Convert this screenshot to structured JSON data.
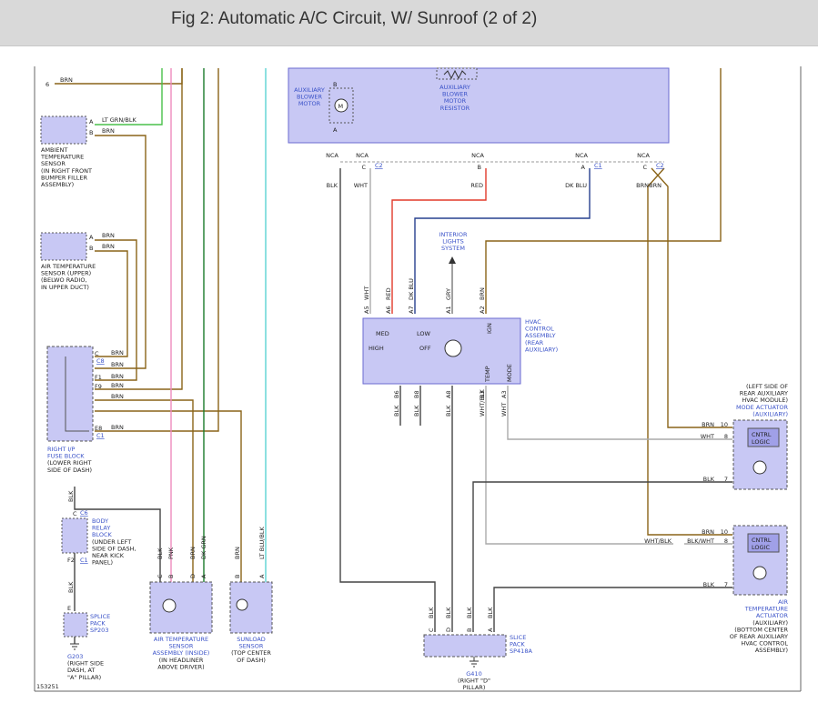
{
  "page_title": "Fig 2: Automatic A/C Circuit, W/ Sunroof (2 of 2)",
  "figure_number": "153251",
  "colors": {
    "component_fill": "#c8c8f4",
    "component_border": "#6a6ad0",
    "wire_brown": "#8a6418",
    "wire_green": "#49c04a",
    "wire_pink": "#ee8bbd",
    "wire_dark_green": "#1a7a2a",
    "wire_cyan": "#5bd3d3",
    "wire_red": "#e23a2a",
    "wire_blue": "#27408f",
    "wire_gray": "#9a9a9a",
    "wire_black": "#333333",
    "label_blue": "#3a52c8"
  },
  "components": {
    "aux_blower_motor": [
      "AUXILIARY",
      "BLOWER",
      "MOTOR"
    ],
    "aux_blower_resistor": [
      "AUXILIARY",
      "BLOWER",
      "MOTOR",
      "RESISTOR"
    ],
    "ambient_sensor": [
      "AMBIENT",
      "TEMPERATURE",
      "SENSOR",
      "(IN RIGHT FRONT",
      "BUMPER FILLER",
      "ASSEMBLY)"
    ],
    "air_temp_upper": [
      "AIR TEMPERATURE",
      "SENSOR (UPPER)",
      "(BELWO RADIO,",
      "IN UPPER DUCT)"
    ],
    "fuse_block": [
      "RIGHT I/P",
      "FUSE BLOCK",
      "(LOWER RIGHT",
      "SIDE OF DASH)"
    ],
    "body_relay": [
      "BODY",
      "RELAY",
      "BLOCK",
      "(UNDER LEFT",
      "SIDE OF DASH,",
      "NEAR KICK",
      "PANEL)"
    ],
    "splice_sp203": [
      "SPLICE",
      "PACK",
      "SP203"
    ],
    "g203": [
      "G203",
      "(RIGHT SIDE",
      "DASH, AT",
      "\"A\" PILLAR)"
    ],
    "air_temp_inside": [
      "AIR TEMPERATURE",
      "SENSOR",
      "ASSEMBLY (INSIDE)",
      "(IN HEADLINER",
      "ABOVE DRIVER)"
    ],
    "sunload": [
      "SUNLOAD",
      "SENSOR",
      "(TOP CENTER",
      "OF DASH)"
    ],
    "interior_lights": [
      "INTERIOR",
      "LIGHTS",
      "SYSTEM"
    ],
    "hvac_control": [
      "HVAC",
      "CONTROL",
      "ASSEMBLY",
      "(REAR",
      "AUXILIARY)"
    ],
    "mode_actuator": [
      "(LEFT SIDE OF",
      "REAR AUXILIARY",
      "HVAC MODULE)",
      "MODE ACTUATOR",
      "(AUXILIARY)"
    ],
    "air_temp_actuator": [
      "AIR",
      "TEMPERATURE",
      "ACTUATOR",
      "(AUXILIARY)",
      "(BOTTOM CENTER",
      "OF REAR AUXILIARY",
      "HVAC CONTROL",
      "ASSEMBLY)"
    ],
    "splice_sp418a": [
      "SLICE",
      "PACK",
      "SP418A"
    ],
    "g410": [
      "G410",
      "(RIGHT \"D\"",
      "PILLAR)"
    ],
    "cntrl_logic": [
      "CNTRL",
      "LOGIC"
    ]
  },
  "hvac_switch": {
    "med": "MED",
    "low": "LOW",
    "high": "HIGH",
    "off": "OFF",
    "ign": "IGN",
    "temp": "TEMP",
    "mode": "MODE"
  },
  "left_wires": {
    "pin6": "6",
    "brn_top": "BRN",
    "ambient_a_pin": "A",
    "ambient_a_color": "LT GRN/BLK",
    "ambient_b_pin": "B",
    "ambient_b_color": "BRN",
    "upper_a_pin": "A",
    "upper_a_color": "BRN",
    "upper_b_pin": "B",
    "upper_b_color": "BRN"
  },
  "fuse_wires": [
    {
      "pin": "C",
      "color": "BRN",
      "conn": "C8"
    },
    {
      "pin": "",
      "color": "BRN",
      "conn": ""
    },
    {
      "pin": "F1",
      "color": "BRN",
      "conn": ""
    },
    {
      "pin": "F9",
      "color": "BRN",
      "conn": ""
    },
    {
      "pin": "",
      "color": "BRN",
      "conn": ""
    },
    {
      "pin": "E8",
      "color": "BRN",
      "conn": "C1"
    }
  ],
  "body_relay_wires": {
    "top_color": "BLK",
    "c_pin": "C",
    "c_conn": "C6",
    "f2_pin": "F2",
    "f2_conn": "C1",
    "bottom_color": "BLK",
    "e_pin": "E"
  },
  "inside_sensor_pins": [
    {
      "pin": "C",
      "color": "BLK"
    },
    {
      "pin": "B",
      "color": "PNK"
    },
    {
      "pin": "D",
      "color": "BRN"
    },
    {
      "pin": "A",
      "color": "DK GRN"
    }
  ],
  "sunload_pins": [
    {
      "pin": "B",
      "color": "BRN"
    },
    {
      "pin": "A",
      "color": "LT BLU/BLK"
    }
  ],
  "top_connectors": [
    {
      "nca": "NCA",
      "pin": "",
      "color": "BLK",
      "conn": ""
    },
    {
      "nca": "NCA",
      "pin": "C",
      "color": "WHT",
      "conn": "C2"
    },
    {
      "nca": "NCA",
      "pin": "B",
      "color": "RED",
      "conn": ""
    },
    {
      "nca": "NCA",
      "pin": "A",
      "color": "DK BLU",
      "conn": "C1"
    },
    {
      "nca": "NCA",
      "pin": "C",
      "color": "BRN",
      "conn": "C2"
    },
    {
      "nca": "",
      "pin": "",
      "color": "BRN",
      "conn": ""
    }
  ],
  "motor_pins": {
    "b": "B",
    "a": "A"
  },
  "hvac_top_pins": [
    {
      "pin": "A5",
      "color": "WHT"
    },
    {
      "pin": "A6",
      "color": "RED"
    },
    {
      "pin": "A7",
      "color": "DK BLU"
    },
    {
      "pin": "A1",
      "color": "GRY"
    },
    {
      "pin": "A2",
      "color": "BRN"
    }
  ],
  "hvac_bottom_pins": [
    {
      "pin": "B6",
      "color": "BLK"
    },
    {
      "pin": "B8",
      "color": "BLK"
    },
    {
      "pin": "A8",
      "color": "BLK"
    },
    {
      "pin": "B3",
      "color": "WHT/BLK"
    },
    {
      "pin": "A3",
      "color": "WHT"
    }
  ],
  "mode_actuator_pins": [
    {
      "pin": "10",
      "color": "BRN"
    },
    {
      "pin": "8",
      "color": "WHT"
    },
    {
      "pin": "7",
      "color": "BLK"
    }
  ],
  "temp_actuator_pins": [
    {
      "pin": "10",
      "color": "BRN"
    },
    {
      "pin": "8",
      "color": "BLK/WHT",
      "color2": "WHT/BLK"
    },
    {
      "pin": "7",
      "color": "BLK"
    }
  ],
  "splice_pins": [
    {
      "pin": "C",
      "color": "BLK"
    },
    {
      "pin": "D",
      "color": "BLK"
    },
    {
      "pin": "B",
      "color": "BLK"
    },
    {
      "pin": "A",
      "color": "BLK"
    }
  ]
}
